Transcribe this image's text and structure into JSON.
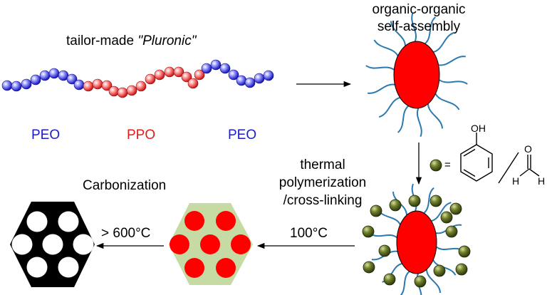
{
  "labels": {
    "tailor_prefix": "tailor-made ",
    "tailor_italic": "\"Pluronic\"",
    "seg_left": "PEO",
    "seg_mid": "PPO",
    "seg_right": "PEO",
    "assembly_line1": "organic-organic",
    "assembly_line2": "self-assembly",
    "equals": "=",
    "oh": "OH",
    "h_left": "H",
    "h_right": "H",
    "o": "O",
    "thermal_line1": "thermal",
    "thermal_line2": "polymerization",
    "thermal_line3": "/cross-linking",
    "temp_100": "100°C",
    "carbonization": "Carbonization",
    "temp_600": "> 600°C"
  },
  "colors": {
    "peo": "#1c1ccc",
    "ppo": "#e41c1c",
    "micelle_core": "#ff0000",
    "chain": "#2a7ab0",
    "resol_bead": "#5b6b1f",
    "polymer_matrix": "#c5dba3",
    "carbon": "#000000"
  }
}
